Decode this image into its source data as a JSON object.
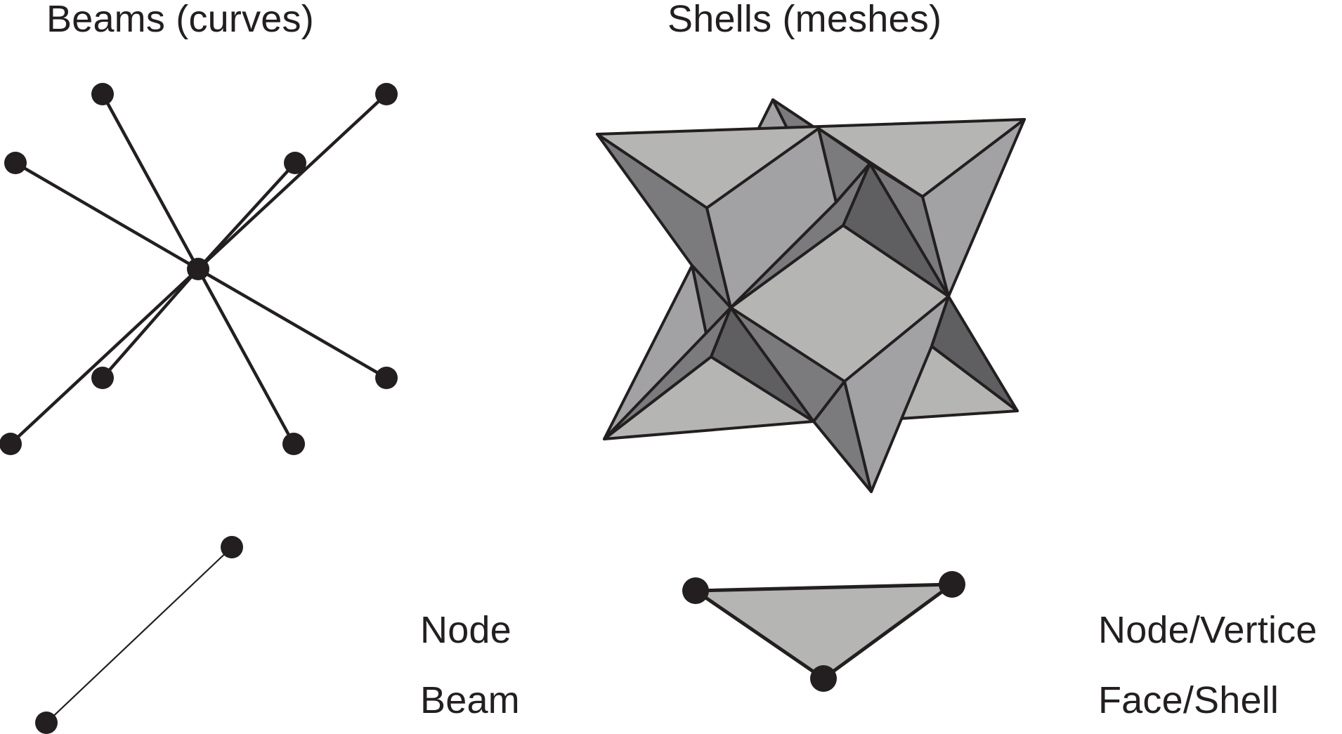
{
  "titles": {
    "beams": "Beams (curves)",
    "shells": "Shells (meshes)"
  },
  "legend": {
    "beam_node": "Node",
    "beam_element": "Beam",
    "shell_vertex": "Node/Vertice",
    "shell_face": "Face/Shell"
  },
  "colors": {
    "ink": "#231f20",
    "face_light": "#b5b5b3",
    "face_mid": "#a2a2a4",
    "face_dark": "#7b7b7d",
    "face_darkest": "#5f5f61"
  }
}
